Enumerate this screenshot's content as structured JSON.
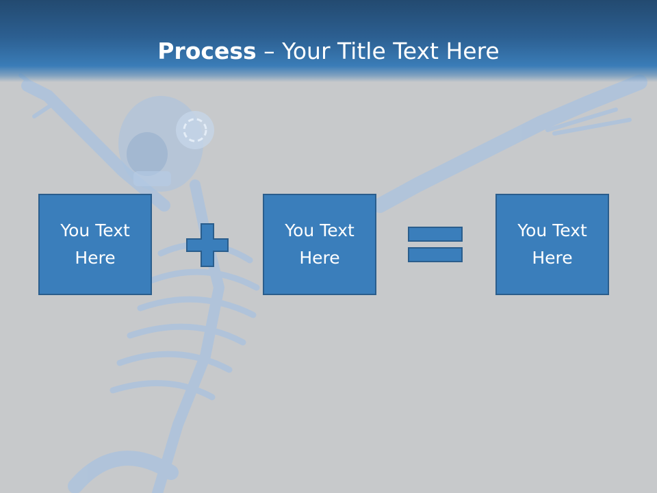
{
  "slide": {
    "title_bold": "Process",
    "title_rest": " – Your Title Text Here"
  },
  "process": {
    "boxes": [
      {
        "text": "You Text Here"
      },
      {
        "text": "You Text Here"
      },
      {
        "text": "You Text Here"
      }
    ],
    "operators": [
      "plus-icon",
      "equals-icon"
    ]
  },
  "colors": {
    "background": "#c7c9cb",
    "header": "#2c5f91",
    "box_fill": "#3a7ebb",
    "box_border": "#2a5d8c",
    "skeleton": "#9fb9d9"
  }
}
